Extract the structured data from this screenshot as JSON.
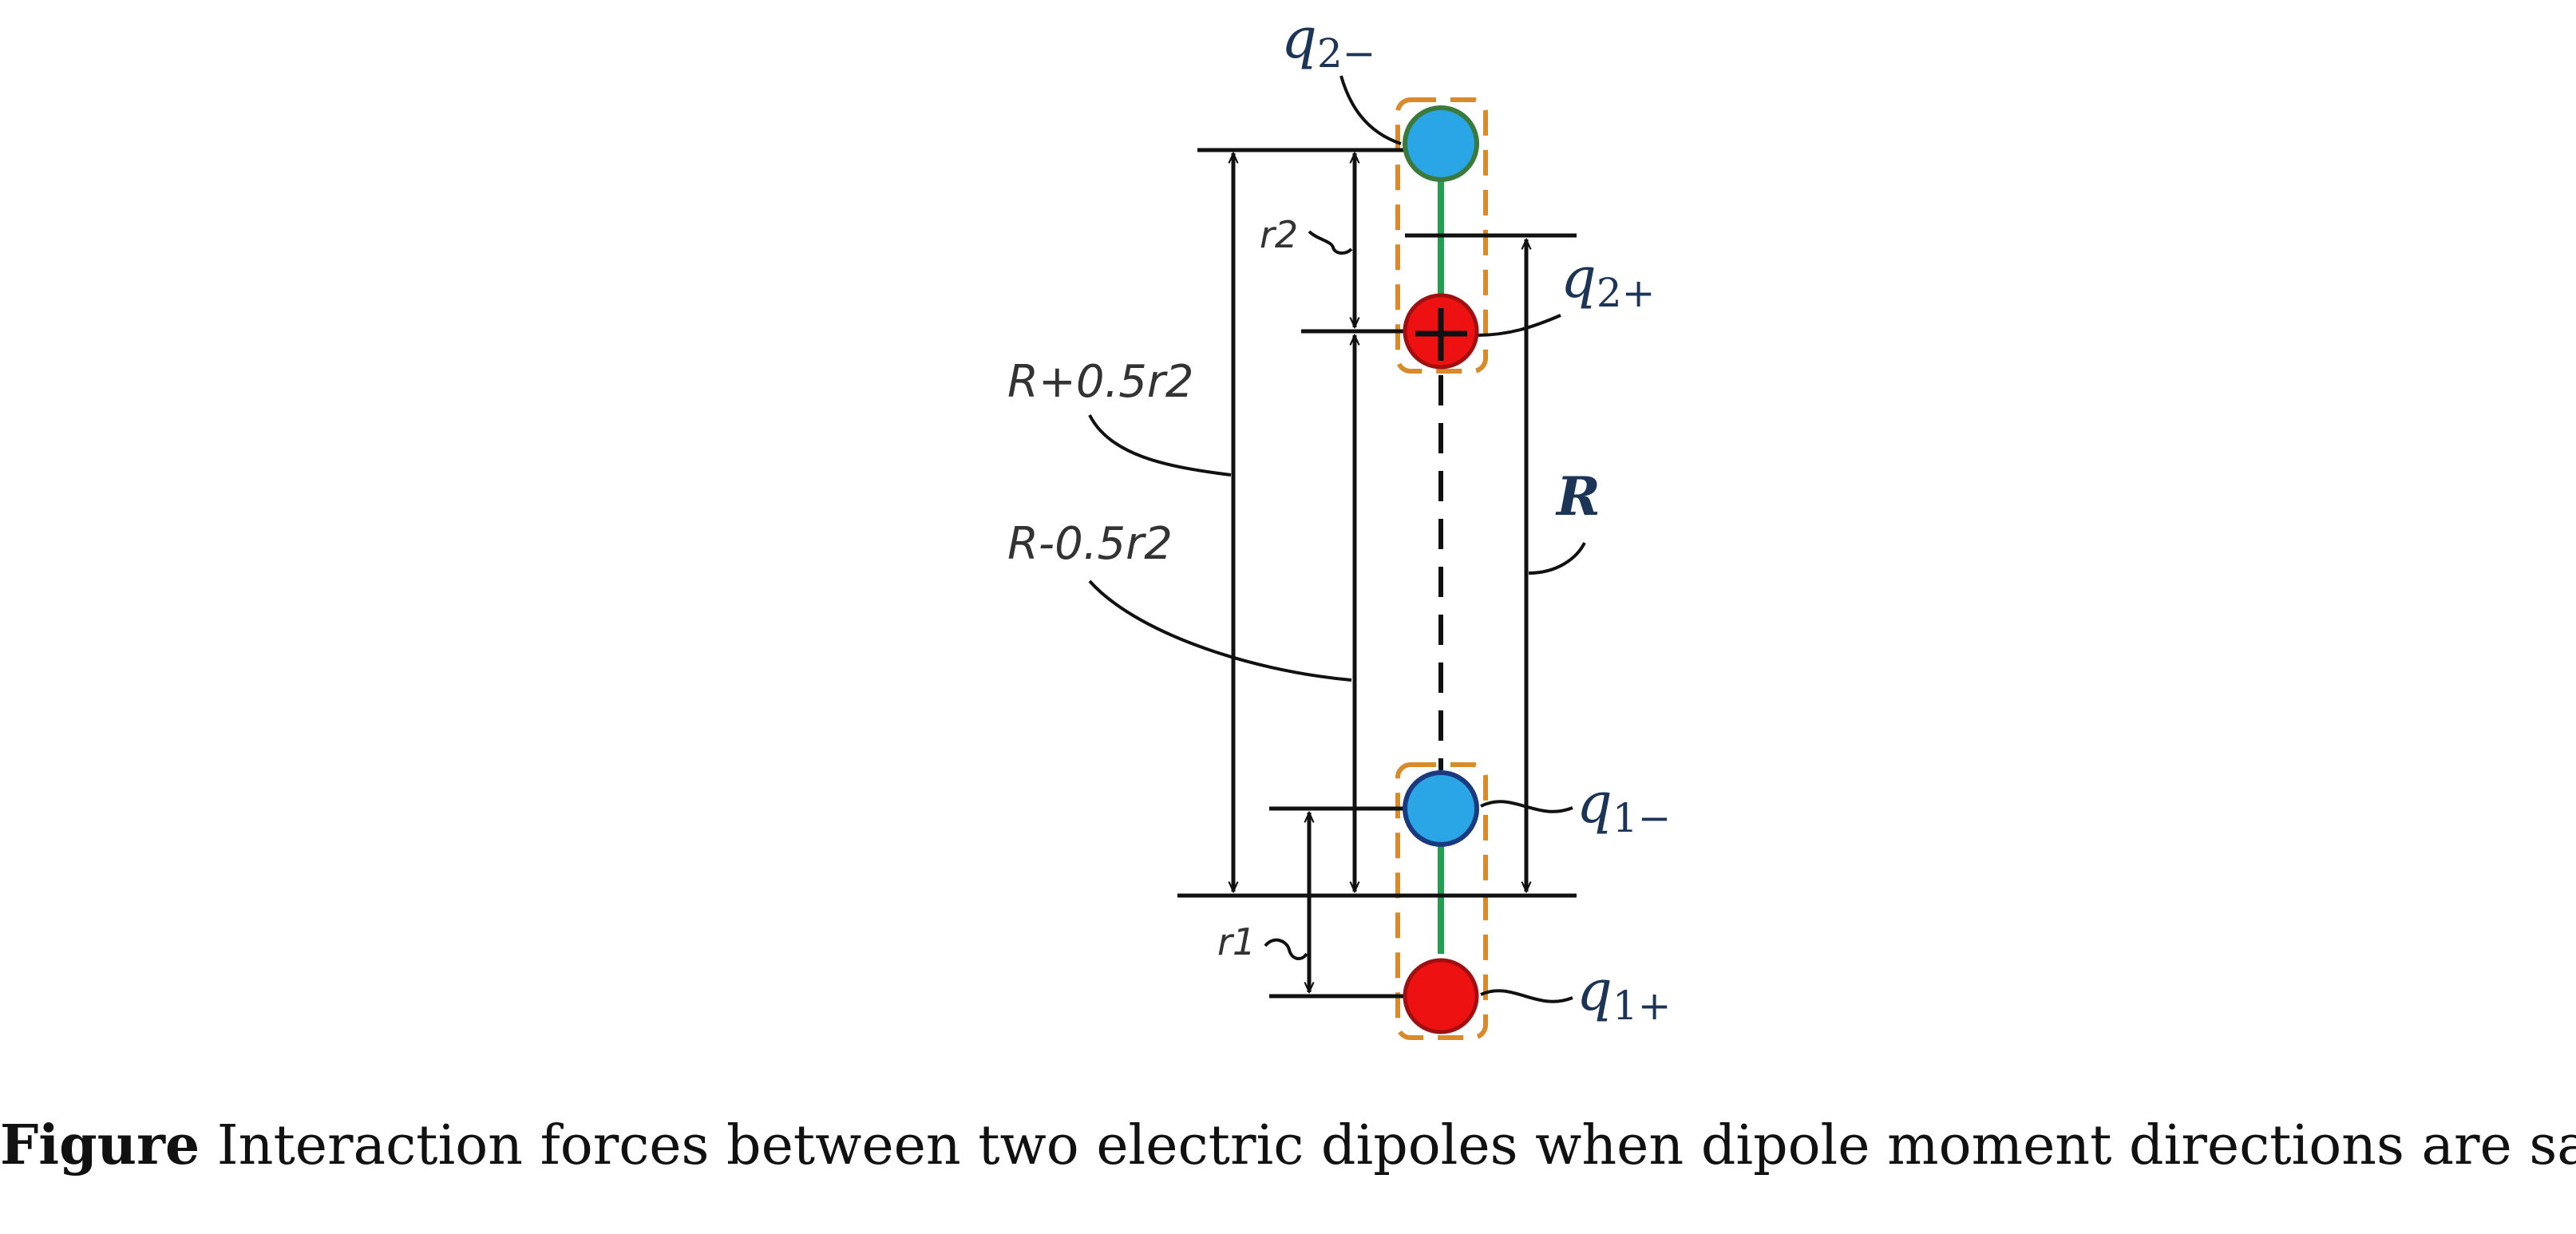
{
  "diagram": {
    "charges": {
      "q2_minus": {
        "label": "q",
        "sub": "2−",
        "color": "#2aa5e6",
        "outline": "#3a7a3a"
      },
      "q2_plus": {
        "label": "q",
        "sub": "2+",
        "color": "#ee1111",
        "outline": "#a01010"
      },
      "q1_minus": {
        "label": "q",
        "sub": "1−",
        "color": "#2aa5e6",
        "outline": "#1a3a80"
      },
      "q1_plus": {
        "label": "q",
        "sub": "1+",
        "color": "#ee1111",
        "outline": "#a01010"
      }
    },
    "dimensions": {
      "r2": "r2",
      "r1": "r1",
      "R": "R",
      "R_plus": "R+0.5r2",
      "R_minus": "R-0.5r2"
    },
    "colors": {
      "dipole_bond": "#22a050",
      "dipole_box": "#d98a2a",
      "line": "#111111"
    }
  },
  "caption": {
    "prefix": "Figure",
    "text": " Interaction forces between two electric dipoles when dipole moment directions are same."
  }
}
